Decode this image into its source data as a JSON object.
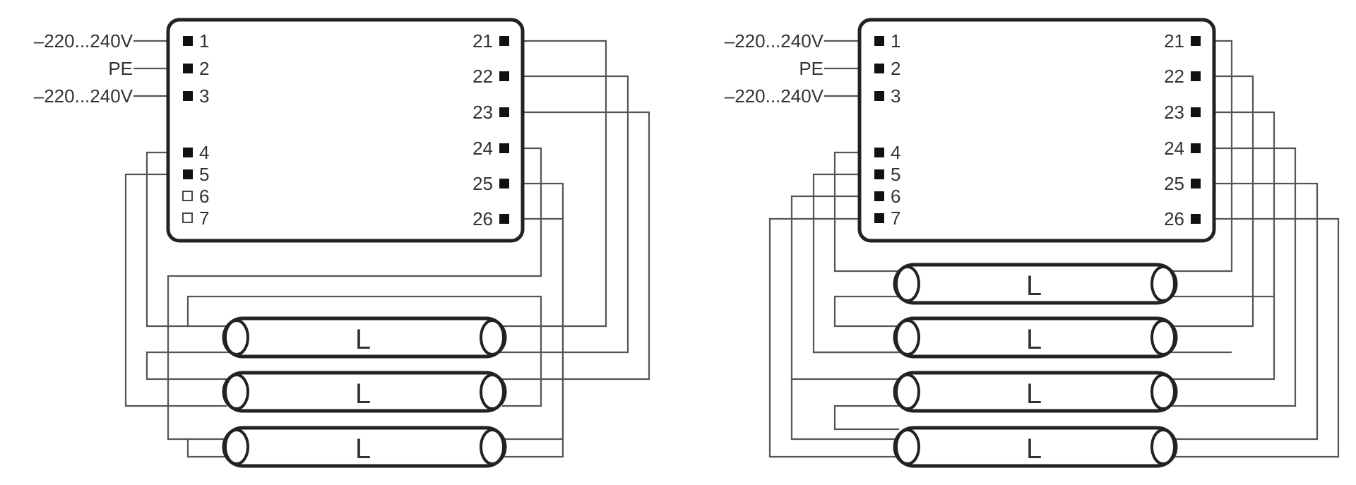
{
  "colors": {
    "line": "#555555",
    "box": "#222222",
    "text": "#333333"
  },
  "diagrams": [
    {
      "id": "left",
      "supply": [
        {
          "pin": "1",
          "label": "–220...240V"
        },
        {
          "pin": "2",
          "label": "PE"
        },
        {
          "pin": "3",
          "label": "–220...240V"
        }
      ],
      "left_pins": [
        {
          "pin": "4",
          "state": "used"
        },
        {
          "pin": "5",
          "state": "used"
        },
        {
          "pin": "6",
          "state": "unused"
        },
        {
          "pin": "7",
          "state": "unused"
        }
      ],
      "right_pins": [
        "21",
        "22",
        "23",
        "24",
        "25",
        "26"
      ],
      "lamps": [
        "L",
        "L",
        "L"
      ]
    },
    {
      "id": "right",
      "supply": [
        {
          "pin": "1",
          "label": "–220...240V"
        },
        {
          "pin": "2",
          "label": "PE"
        },
        {
          "pin": "3",
          "label": "–220...240V"
        }
      ],
      "left_pins": [
        {
          "pin": "4",
          "state": "used"
        },
        {
          "pin": "5",
          "state": "used"
        },
        {
          "pin": "6",
          "state": "used"
        },
        {
          "pin": "7",
          "state": "used"
        }
      ],
      "right_pins": [
        "21",
        "22",
        "23",
        "24",
        "25",
        "26"
      ],
      "lamps": [
        "L",
        "L",
        "L",
        "L"
      ]
    }
  ]
}
